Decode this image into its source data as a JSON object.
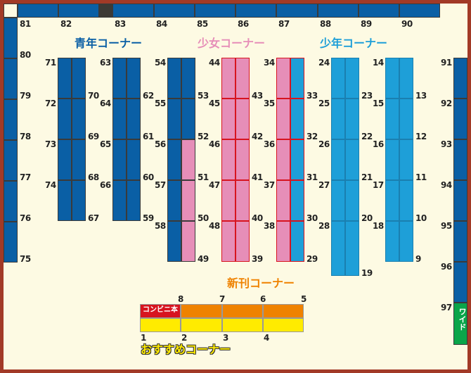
{
  "colors": {
    "border": "#a23a27",
    "background": "#fdfae3",
    "seinen_blue": "#0a5fa5",
    "shoujo_pink": "#e68eb8",
    "shounen_blue": "#1e9fd8",
    "dark": "#3d3a35",
    "shinkan_orange": "#ef8200",
    "osusume_yellow": "#ffeb00",
    "convenience_red": "#d7141f",
    "wide_green": "#0aa54a"
  },
  "corners": {
    "seinen": "青年コーナー",
    "shoujo": "少女コーナー",
    "shounen": "少年コーナー",
    "shinkan": "新刊コーナー",
    "osusume": "おすすめコーナー"
  },
  "top_wall": [
    "81",
    "82",
    "83",
    "84",
    "85",
    "86",
    "87",
    "88",
    "89",
    "90"
  ],
  "left_wall": [
    "80",
    "79",
    "78",
    "77",
    "76",
    "75"
  ],
  "right_wall": [
    "91",
    "92",
    "93",
    "94",
    "95",
    "96",
    "97"
  ],
  "wide_label": "ワイド",
  "blocks": [
    {
      "left": [
        "71",
        "72",
        "73",
        "74"
      ],
      "right": [
        "70",
        "69",
        "68",
        "67"
      ]
    },
    {
      "left": [
        "63",
        "64",
        "65",
        "66"
      ],
      "right": [
        "62",
        "61",
        "60",
        "59"
      ]
    },
    {
      "left": [
        "54",
        "55",
        "56",
        "57",
        "58"
      ],
      "right": [
        "53",
        "52",
        "51",
        "50",
        "49"
      ]
    },
    {
      "left": [
        "44",
        "45",
        "46",
        "47",
        "48"
      ],
      "right": [
        "43",
        "42",
        "41",
        "40",
        "39"
      ]
    },
    {
      "left": [
        "34",
        "35",
        "36",
        "37",
        "38"
      ],
      "right": [
        "33",
        "32",
        "31",
        "30",
        "29"
      ]
    },
    {
      "left": [
        "24",
        "25",
        "26",
        "27",
        "28"
      ],
      "right": [
        "23",
        "22",
        "21",
        "20",
        "19"
      ]
    },
    {
      "left": [
        "14",
        "15",
        "16",
        "17",
        "18"
      ],
      "right": [
        "13",
        "12",
        "11",
        "10",
        "9"
      ]
    }
  ],
  "front_shelf": {
    "top_labels": [
      "8",
      "7",
      "6",
      "5"
    ],
    "bottom_labels": [
      "1",
      "2",
      "3",
      "4"
    ],
    "convenience_label": "コンビニ本"
  }
}
